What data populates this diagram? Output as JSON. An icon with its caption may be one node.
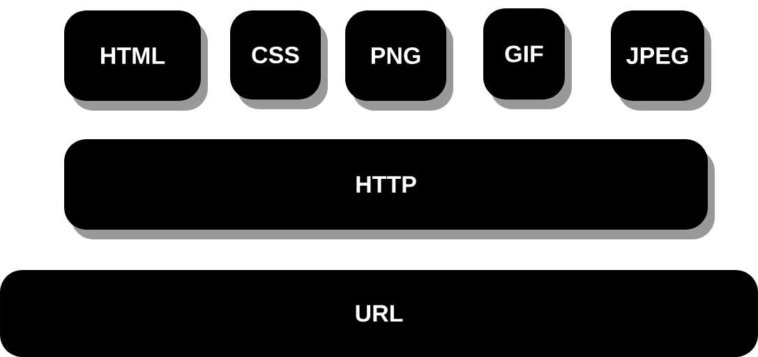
{
  "diagram": {
    "nodes": [
      {
        "text": [
          "HTML"
        ]
      },
      {
        "text": [
          "CSS"
        ]
      },
      {
        "text": [
          "PNG"
        ]
      },
      {
        "text": [
          "GIF"
        ]
      },
      {
        "text": [
          "JPEG"
        ]
      },
      {
        "text": [
          "HTTP"
        ]
      },
      {
        "text": [
          "URL"
        ]
      }
    ]
  }
}
